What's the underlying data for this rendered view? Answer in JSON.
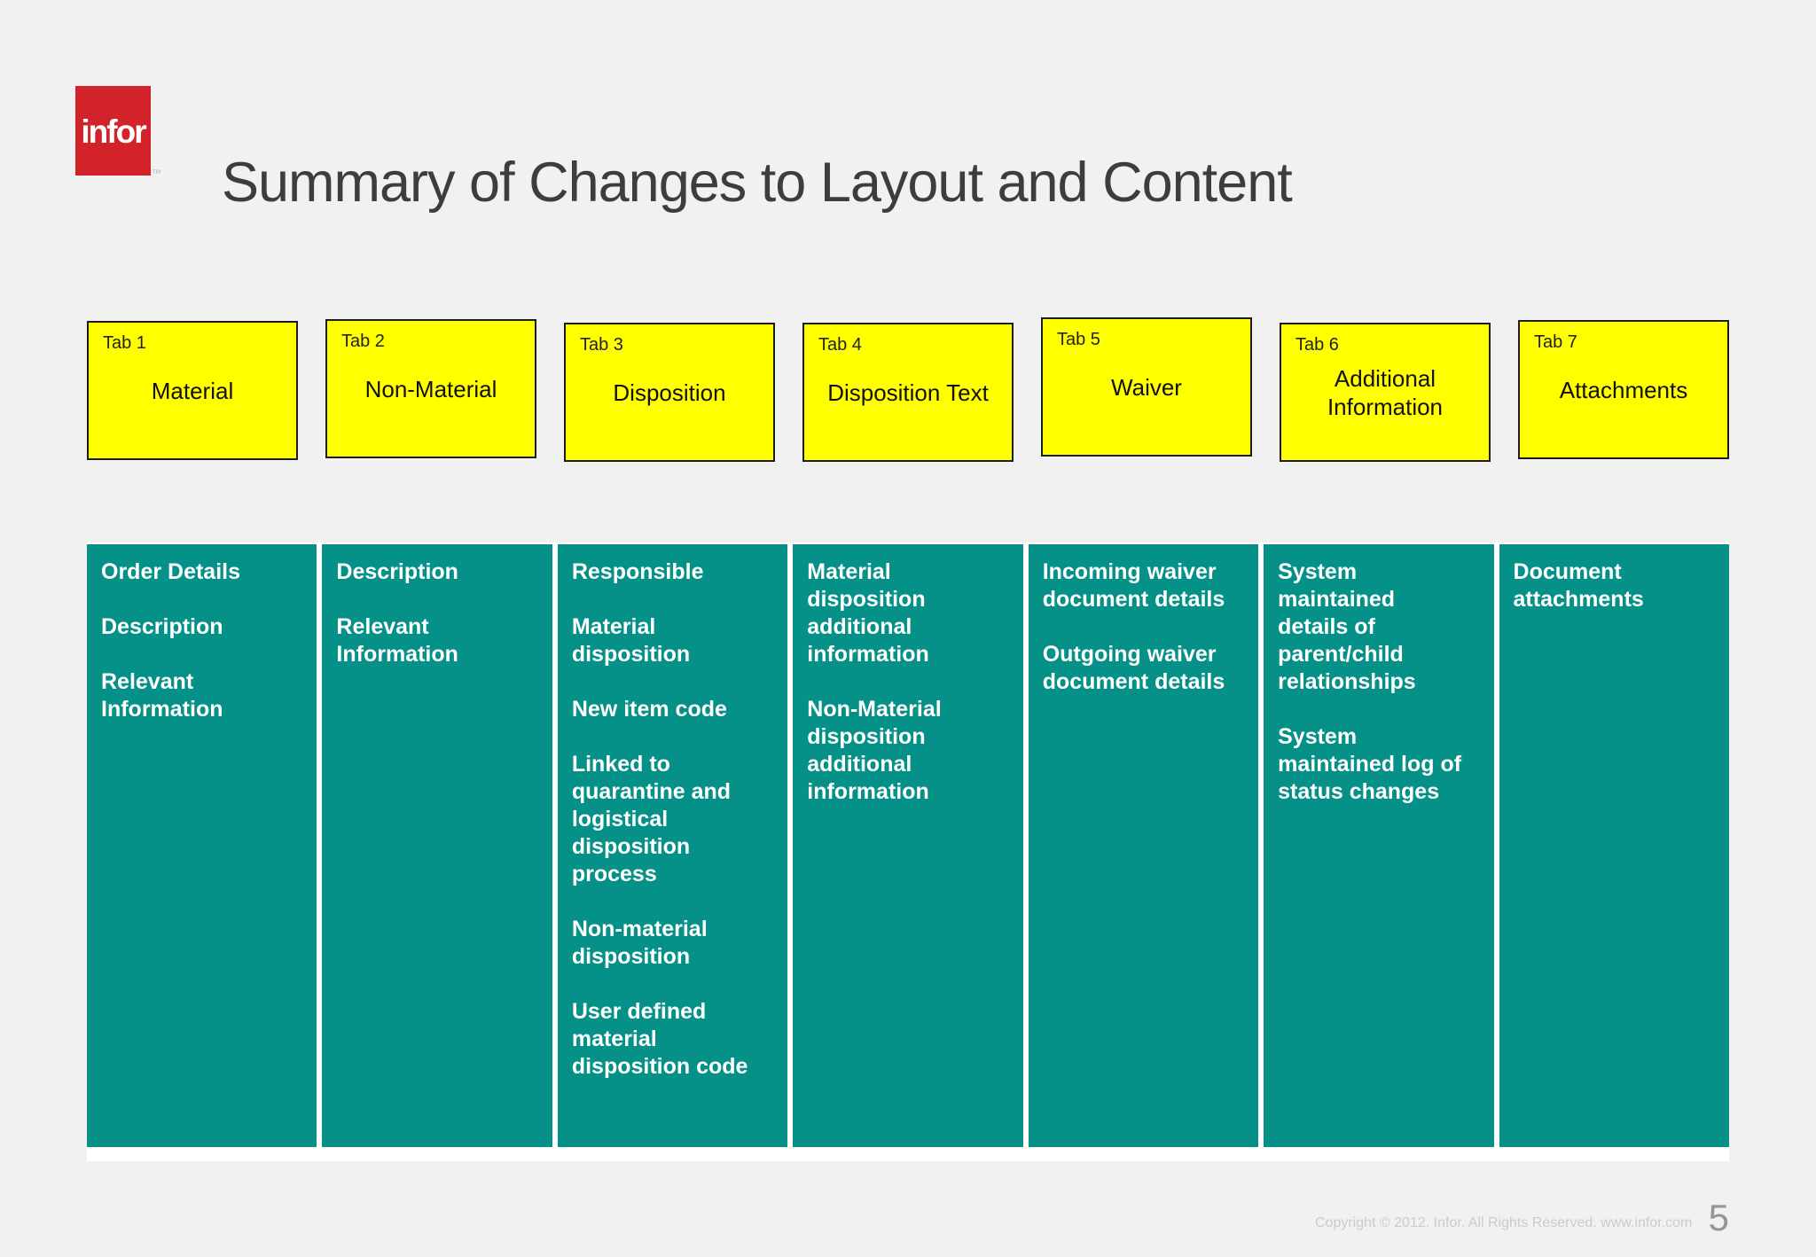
{
  "slide": {
    "title": "Summary of Changes to Layout and Content",
    "page_number": "5",
    "copyright": "Copyright © 2012. Infor. All Rights Reserved. www.infor.com"
  },
  "logo": {
    "text": "infor",
    "trademark": "™"
  },
  "tabs": [
    {
      "id": "Tab 1",
      "label": "Material"
    },
    {
      "id": "Tab 2",
      "label": "Non-Material"
    },
    {
      "id": "Tab 3",
      "label": "Disposition"
    },
    {
      "id": "Tab 4",
      "label": "Disposition Text"
    },
    {
      "id": "Tab 5",
      "label": "Waiver"
    },
    {
      "id": "Tab 6",
      "label": "Additional\nInformation"
    },
    {
      "id": "Tab 7",
      "label": "Attachments"
    }
  ],
  "columns": [
    {
      "items": [
        "Order Details",
        "Description",
        "Relevant\nInformation"
      ]
    },
    {
      "items": [
        "Description",
        "Relevant\nInformation"
      ]
    },
    {
      "items": [
        "Responsible",
        "Material\ndisposition",
        "New item code",
        "Linked to\nquarantine and\nlogistical\ndisposition\nprocess",
        "Non-material\ndisposition",
        "User defined\nmaterial\ndisposition code"
      ]
    },
    {
      "items": [
        "Material\ndisposition\nadditional\ninformation",
        "Non-Material\ndisposition\nadditional\ninformation"
      ]
    },
    {
      "items": [
        "Incoming waiver\ndocument details",
        "Outgoing waiver\ndocument details"
      ]
    },
    {
      "items": [
        "System\nmaintained\ndetails of\nparent/child\nrelationships",
        "System\nmaintained log of\nstatus changes"
      ]
    },
    {
      "items": [
        "Document\nattachments"
      ]
    }
  ],
  "colors": {
    "background": "#f1f1f2",
    "tab_fill": "#ffff00",
    "tab_border": "#1c1c1c",
    "column_fill": "#059088",
    "column_text": "#ffffff",
    "logo_red": "#d2232a",
    "title_text": "#3d3d3d",
    "footer_text": "#c9cbcd",
    "page_number_text": "#949698"
  }
}
